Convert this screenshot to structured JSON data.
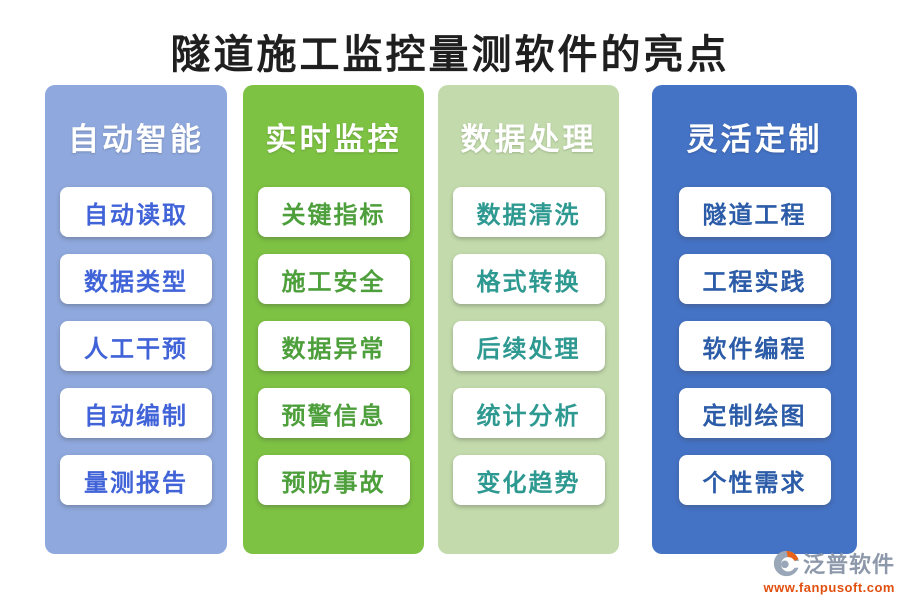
{
  "page": {
    "title": "隧道施工监控量测软件的亮点"
  },
  "columns": [
    {
      "heading": "自动智能",
      "bg_color": "#8fa8dd",
      "item_text_color": "#4163d8",
      "items": [
        "自动读取",
        "数据类型",
        "人工干预",
        "自动编制",
        "量测报告"
      ]
    },
    {
      "heading": "实时监控",
      "bg_color": "#7dc243",
      "item_text_color": "#4d9f3b",
      "items": [
        "关键指标",
        "施工安全",
        "数据异常",
        "预警信息",
        "预防事故"
      ]
    },
    {
      "heading": "数据处理",
      "bg_color": "#c3dbac",
      "item_text_color": "#2e9991",
      "items": [
        "数据清洗",
        "格式转换",
        "后续处理",
        "统计分析",
        "变化趋势"
      ]
    },
    {
      "heading": "灵活定制",
      "bg_color": "#4472c4",
      "item_text_color": "#2c5ca8",
      "items": [
        "隧道工程",
        "工程实践",
        "软件编程",
        "定制绘图",
        "个性需求"
      ]
    }
  ],
  "footer": {
    "brand": "泛普软件",
    "url": "www.fanpusoft.com",
    "brand_color": "#8d99ab",
    "url_color": "#e15010",
    "logo_icon": "fanpu-circle-logo-icon"
  }
}
